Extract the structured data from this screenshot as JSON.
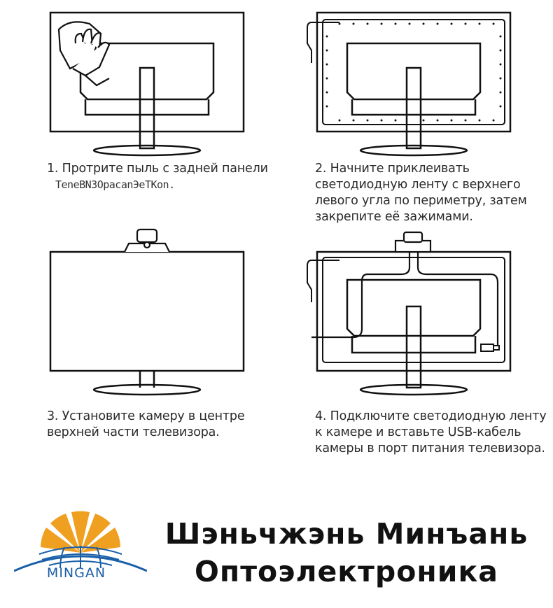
{
  "steps": [
    {
      "number": "1.",
      "lines": [
        "Протрите пыль с задней панели"
      ],
      "garbled": "TeneBN3OpacanЭeTKon."
    },
    {
      "number": "2.",
      "lines": [
        "Начните приклеивать",
        "светодиодную ленту с верхнего",
        "левого угла по периметру, затем",
        "закрепите её зажимами."
      ]
    },
    {
      "number": "3.",
      "lines": [
        "Установите камеру в центре",
        "верхней части телевизора."
      ]
    },
    {
      "number": "4.",
      "lines": [
        "Подключите светодиодную ленту",
        "к камере и вставьте USB-кабель",
        "камеры в порт питания телевизора."
      ]
    }
  ],
  "brand": {
    "line1": "Шэньчжэнь Минъань",
    "line2": "Оптоэлектроника"
  },
  "logo": {
    "text": "MINGAN",
    "colors": {
      "orange": "#f0a020",
      "blue": "#1a5fa8"
    }
  },
  "icons": [
    "hand-cloth-icon",
    "monitor-back-icon",
    "led-strip-icon",
    "camera-icon",
    "usb-plug-icon"
  ]
}
